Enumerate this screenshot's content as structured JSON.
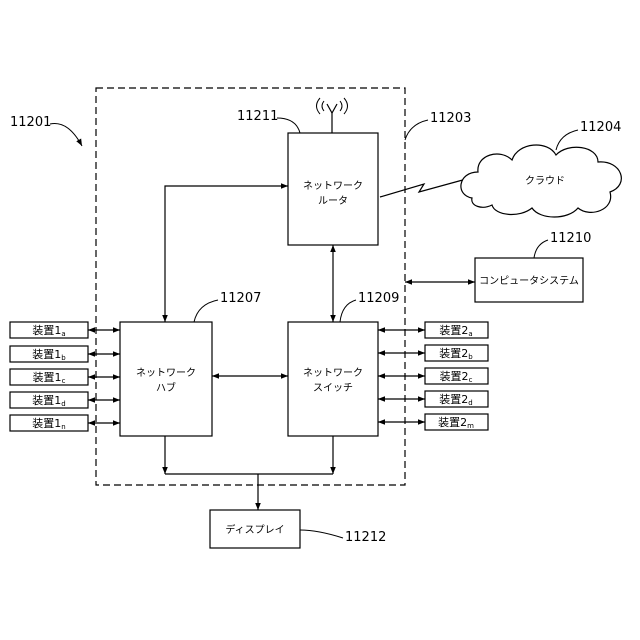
{
  "figure": {
    "system": {
      "ref": "11201"
    },
    "enclosure": {
      "ref": "11203"
    },
    "cloud": {
      "ref": "11204",
      "label": "クラウド"
    },
    "router": {
      "ref": "11211",
      "line1": "ネットワーク",
      "line2": "ルータ"
    },
    "computer_system": {
      "ref": "11210",
      "label": "コンピュータシステム"
    },
    "hub": {
      "ref": "11207",
      "line1": "ネットワーク",
      "line2": "ハブ"
    },
    "switch": {
      "ref": "11209",
      "line1": "ネットワーク",
      "line2": "スイッチ"
    },
    "display": {
      "ref": "11212",
      "label": "ディスプレイ"
    },
    "devices_left": [
      {
        "name": "装置1",
        "sub": "a"
      },
      {
        "name": "装置1",
        "sub": "b"
      },
      {
        "name": "装置1",
        "sub": "c"
      },
      {
        "name": "装置1",
        "sub": "d"
      },
      {
        "name": "装置1",
        "sub": "n"
      }
    ],
    "devices_right": [
      {
        "name": "装置2",
        "sub": "a"
      },
      {
        "name": "装置2",
        "sub": "b"
      },
      {
        "name": "装置2",
        "sub": "c"
      },
      {
        "name": "装置2",
        "sub": "d"
      },
      {
        "name": "装置2",
        "sub": "m"
      }
    ]
  },
  "icons": {
    "router_antenna": "antenna-icon",
    "wireless_link": "lightning-icon"
  },
  "colors": {
    "line": "#000000",
    "background": "#ffffff"
  }
}
